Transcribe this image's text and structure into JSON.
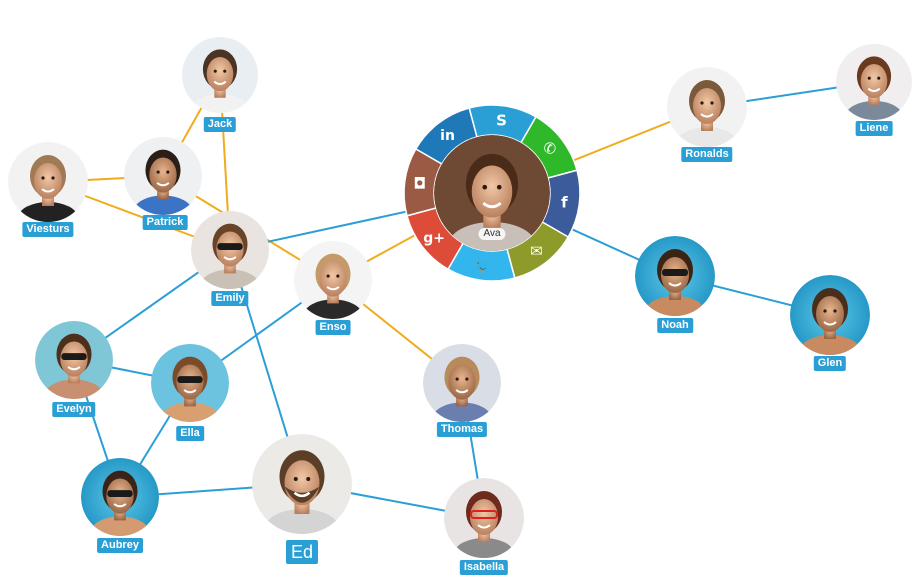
{
  "colors": {
    "blue_link": "#2a9fd6",
    "orange_link": "#f0ac1c",
    "label_bg": "#2a9fd6"
  },
  "people": {
    "jack": "Jack",
    "patrick": "Patrick",
    "viesturs": "Viesturs",
    "emily": "Emily",
    "enso": "Enso",
    "evelyn": "Evelyn",
    "ella": "Ella",
    "aubrey": "Aubrey",
    "ed": "Ed",
    "isabella": "Isabella",
    "thomas": "Thomas",
    "noah": "Noah",
    "glen": "Glen",
    "ronalds": "Ronalds",
    "liene": "Liene",
    "ava": "Ava"
  },
  "links": [
    {
      "from": "viesturs",
      "to": "patrick",
      "color": "orange"
    },
    {
      "from": "viesturs",
      "to": "emily",
      "color": "orange"
    },
    {
      "from": "jack",
      "to": "patrick",
      "color": "orange"
    },
    {
      "from": "jack",
      "to": "emily",
      "color": "orange"
    },
    {
      "from": "patrick",
      "to": "enso",
      "color": "orange"
    },
    {
      "from": "emily",
      "to": "ava",
      "color": "blue"
    },
    {
      "from": "enso",
      "to": "ava",
      "color": "orange"
    },
    {
      "from": "emily",
      "to": "evelyn",
      "color": "blue"
    },
    {
      "from": "emily",
      "to": "ed",
      "color": "blue"
    },
    {
      "from": "enso",
      "to": "ella",
      "color": "blue"
    },
    {
      "from": "enso",
      "to": "thomas",
      "color": "orange"
    },
    {
      "from": "evelyn",
      "to": "ella",
      "color": "blue"
    },
    {
      "from": "evelyn",
      "to": "aubrey",
      "color": "blue"
    },
    {
      "from": "ella",
      "to": "aubrey",
      "color": "blue"
    },
    {
      "from": "aubrey",
      "to": "ed",
      "color": "blue"
    },
    {
      "from": "ed",
      "to": "isabella",
      "color": "blue"
    },
    {
      "from": "thomas",
      "to": "isabella",
      "color": "blue"
    },
    {
      "from": "ava",
      "to": "noah",
      "color": "blue"
    },
    {
      "from": "noah",
      "to": "glen",
      "color": "blue"
    },
    {
      "from": "ava",
      "to": "ronalds",
      "color": "orange"
    },
    {
      "from": "ronalds",
      "to": "liene",
      "color": "blue"
    }
  ],
  "social_ring": [
    {
      "icon": "skype-icon",
      "glyph": "S",
      "color": "#2a9fd6"
    },
    {
      "icon": "whatsapp-icon",
      "glyph": "✆",
      "color": "#2fb82a"
    },
    {
      "icon": "facebook-icon",
      "glyph": "f",
      "color": "#3b5b9a"
    },
    {
      "icon": "email-icon",
      "glyph": "✉",
      "color": "#8e9a2a"
    },
    {
      "icon": "twitter-icon",
      "glyph": "🐦",
      "color": "#33b5ee"
    },
    {
      "icon": "google-plus-icon",
      "glyph": "g+",
      "color": "#dd4b39"
    },
    {
      "icon": "instagram-icon",
      "glyph": "◘",
      "color": "#9a5a44"
    },
    {
      "icon": "linkedin-icon",
      "glyph": "in",
      "color": "#1f79b8"
    }
  ]
}
